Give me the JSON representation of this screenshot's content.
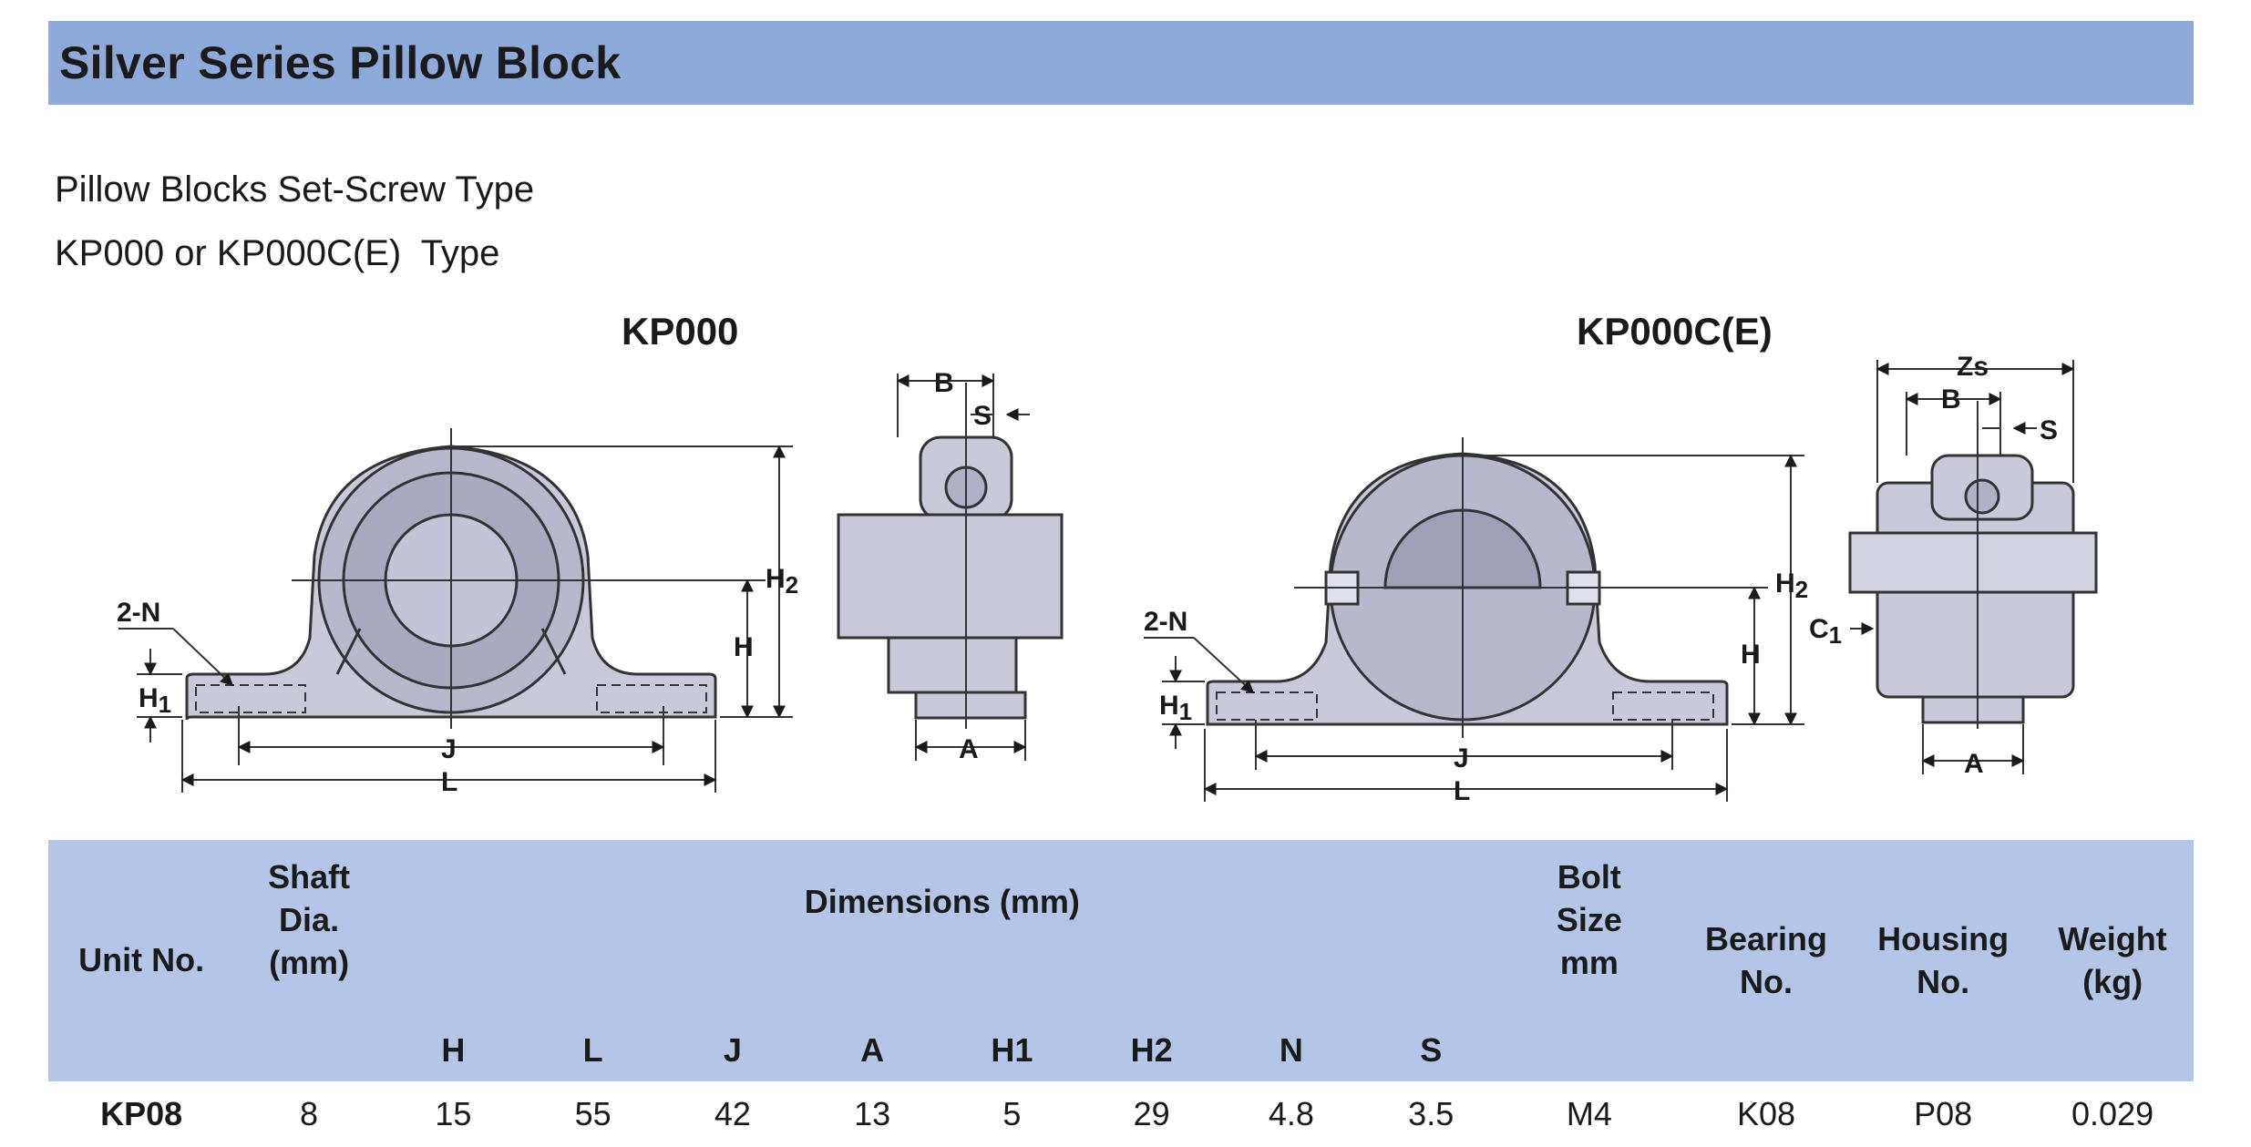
{
  "title": "Silver Series Pillow Block",
  "subtitle_1": "Pillow Blocks Set-Screw Type",
  "subtitle_2": "KP000 or KP000C(E)  Type",
  "models": [
    "KP000",
    "KP000C(E)"
  ],
  "drawing_labels": {
    "n": "2-N",
    "h1": "H",
    "h1_sub": "1",
    "h": "H",
    "h2": "H",
    "h2_sub": "2",
    "j": "J",
    "l": "L",
    "b": "B",
    "s": "S",
    "a": "A",
    "zs": "Zs",
    "c1": "C",
    "c1_sub": "1"
  },
  "table": {
    "headers": {
      "unit_no": "Unit No.",
      "shaft_dia": [
        "Shaft",
        "Dia.",
        "(mm)"
      ],
      "dimensions": "Dimensions (mm)",
      "dim_cols": [
        "H",
        "L",
        "J",
        "A",
        "H1",
        "H2",
        "N",
        "S"
      ],
      "bolt_size": [
        "Bolt",
        "Size",
        "mm"
      ],
      "bearing_no": [
        "Bearing",
        "No."
      ],
      "housing_no": [
        "Housing",
        "No."
      ],
      "weight": [
        "Weight",
        "(kg)"
      ]
    },
    "rows": [
      {
        "unit": "KP08",
        "shaft": "8",
        "H": "15",
        "L": "55",
        "J": "42",
        "A": "13",
        "H1": "5",
        "H2": "29",
        "N": "4.8",
        "S": "3.5",
        "bolt": "M4",
        "bearing": "K08",
        "housing": "P08",
        "weight": "0.029"
      }
    ]
  }
}
